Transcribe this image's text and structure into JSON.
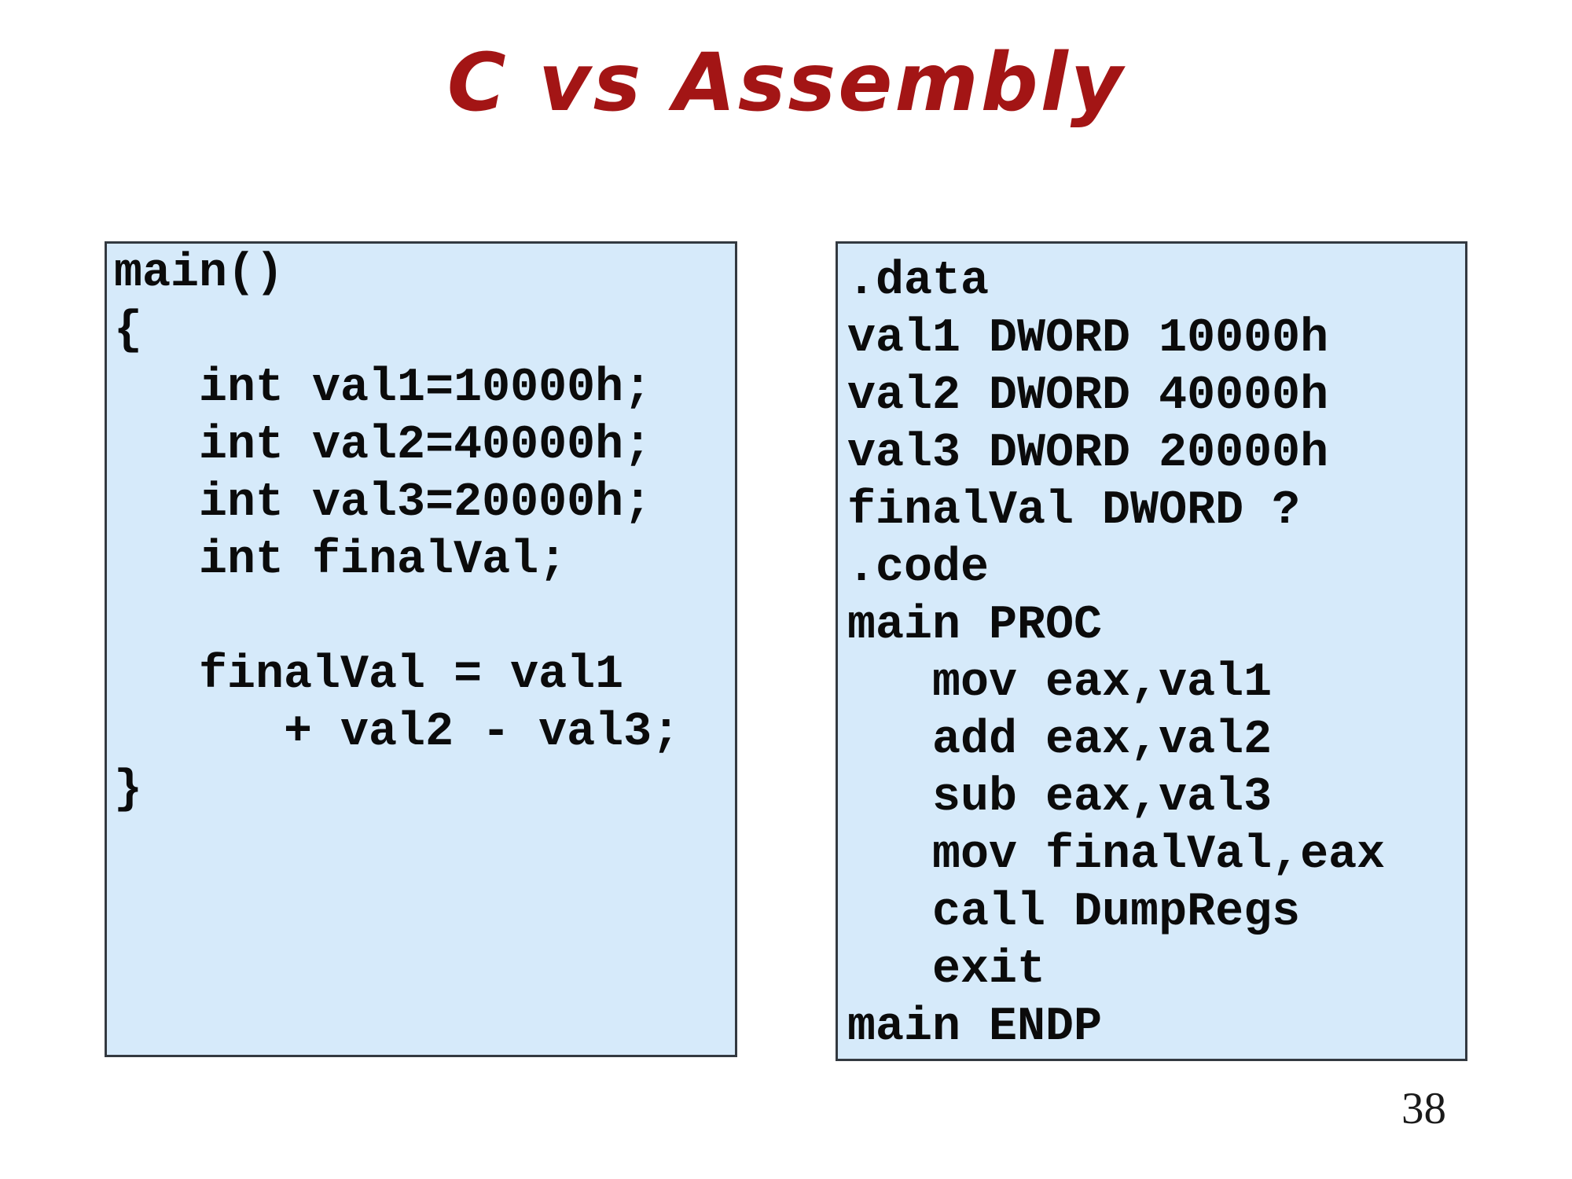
{
  "slide": {
    "title": "C vs Assembly",
    "page_number": "38",
    "colors": {
      "background": "#ffffff",
      "title": "#a31515",
      "box_fill": "#d6eafa",
      "box_border": "#333940",
      "code_text": "#0b0b0b"
    },
    "c_box": {
      "lines": [
        "main()",
        "{",
        "   int val1=10000h;",
        "   int val2=40000h;",
        "   int val3=20000h;",
        "   int finalVal;",
        "",
        "   finalVal = val1",
        "      + val2 - val3;",
        "}"
      ]
    },
    "asm_box": {
      "lines": [
        ".data",
        "val1 DWORD 10000h",
        "val2 DWORD 40000h",
        "val3 DWORD 20000h",
        "finalVal DWORD ?",
        ".code",
        "main PROC",
        "   mov eax,val1",
        "   add eax,val2",
        "   sub eax,val3",
        "   mov finalVal,eax",
        "   call DumpRegs",
        "   exit",
        "main ENDP"
      ]
    }
  }
}
